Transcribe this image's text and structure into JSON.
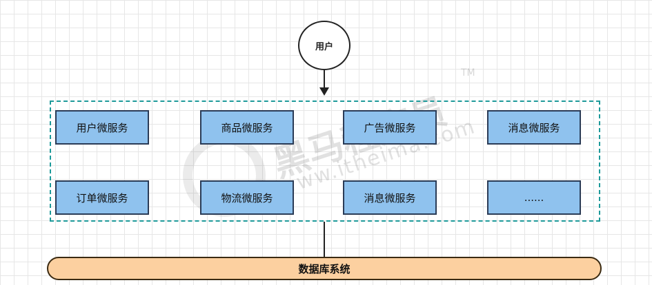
{
  "user_node": {
    "label": "用户"
  },
  "services": [
    {
      "label": "用户微服务"
    },
    {
      "label": "商品微服务"
    },
    {
      "label": "广告微服务"
    },
    {
      "label": "消息微服务"
    },
    {
      "label": "订单微服务"
    },
    {
      "label": "物流微服务"
    },
    {
      "label": "消息微服务"
    },
    {
      "label": "......"
    }
  ],
  "database": {
    "label": "数据库系统"
  },
  "watermark": {
    "brand": "黑马程序员",
    "url": "www.itheima.com",
    "tm": "TM"
  },
  "colors": {
    "service_fill": "#8fc2ee",
    "group_border": "#1d9a9a",
    "database_fill": "#fcd0a0"
  }
}
